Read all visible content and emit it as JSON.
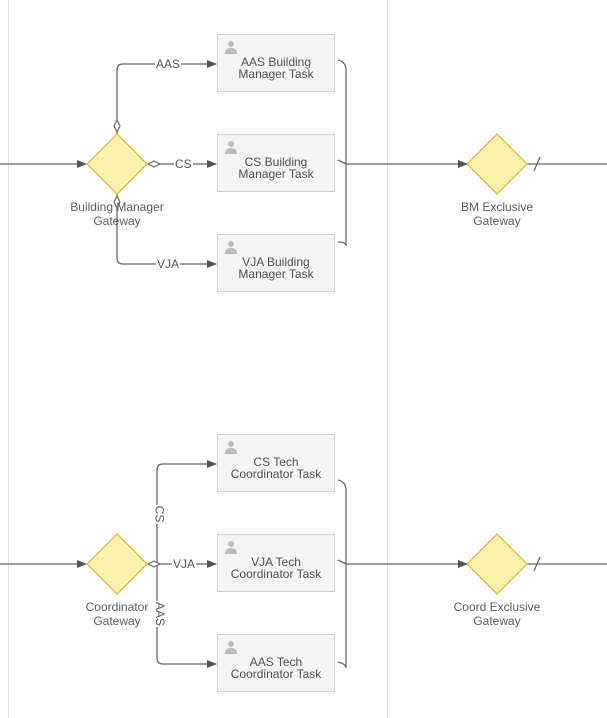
{
  "lanes": [
    {
      "gateway_label": [
        "Building Manager",
        "Gateway"
      ],
      "tasks": [
        {
          "line1": "AAS Building",
          "line2": "Manager Task",
          "flow": "AAS"
        },
        {
          "line1": "CS Building",
          "line2": "Manager Task",
          "flow": "CS"
        },
        {
          "line1": "VJA Building",
          "line2": "Manager Task",
          "flow": "VJA"
        }
      ],
      "exclusive_label": [
        "BM Exclusive",
        "Gateway"
      ]
    },
    {
      "gateway_label": [
        "Coordinator",
        "Gateway"
      ],
      "tasks": [
        {
          "line1": "CS Tech",
          "line2": "Coordinator Task",
          "flow": "CS"
        },
        {
          "line1": "VJA Tech",
          "line2": "Coordinator Task",
          "flow": "VJA"
        },
        {
          "line1": "AAS Tech",
          "line2": "Coordinator Task",
          "flow": "AAS"
        }
      ],
      "exclusive_label": [
        "Coord Exclusive",
        "Gateway"
      ]
    }
  ],
  "colors": {
    "gateway_fill": "#fbf2ad",
    "gateway_stroke": "#d6b33a",
    "task_fill": "#f4f4f4",
    "task_stroke": "#d2d2d2",
    "line": "#666666",
    "divider": "#e2e2e2"
  }
}
